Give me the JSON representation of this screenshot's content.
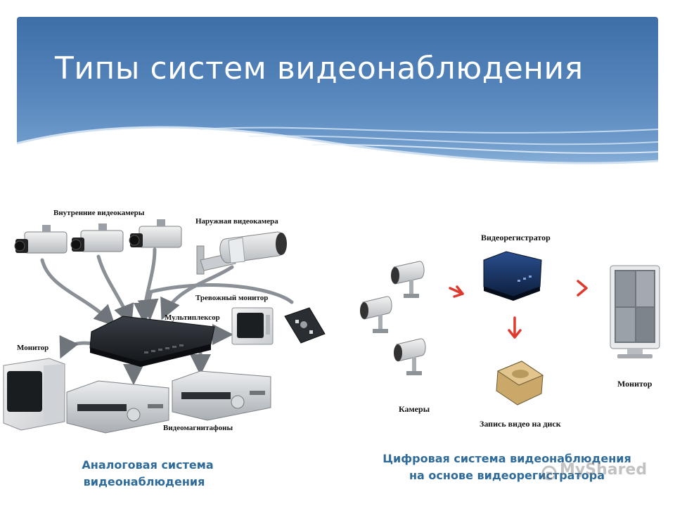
{
  "slide": {
    "title": "Типы систем видеонаблюдения"
  },
  "analog": {
    "labels": {
      "indoor_cameras": "Внутренние видеокамеры",
      "outdoor_camera": "Наружная видеокамера",
      "alarm_monitor": "Тревожный монитор",
      "multiplexer": "Мультиплексор",
      "monitor": "Монитор",
      "vcrs": "Видеомагнитафоны"
    },
    "caption_line1": "Аналоговая система",
    "caption_line2": "видеонаблюдения"
  },
  "digital": {
    "labels": {
      "dvr": "Видеорегистратор",
      "cameras": "Камеры",
      "disk": "Запись видео на диск",
      "monitor": "Монитор"
    },
    "caption_line1": "Цифровая система видеонаблюдения",
    "caption_line2": "на основе видеорегистратора"
  },
  "watermark": {
    "text": "MyShared"
  },
  "colors": {
    "header_top": "#3e6fa7",
    "caption": "#2f6b9a",
    "arrow_red": "#e03a2f",
    "wire": "#8a9096"
  }
}
